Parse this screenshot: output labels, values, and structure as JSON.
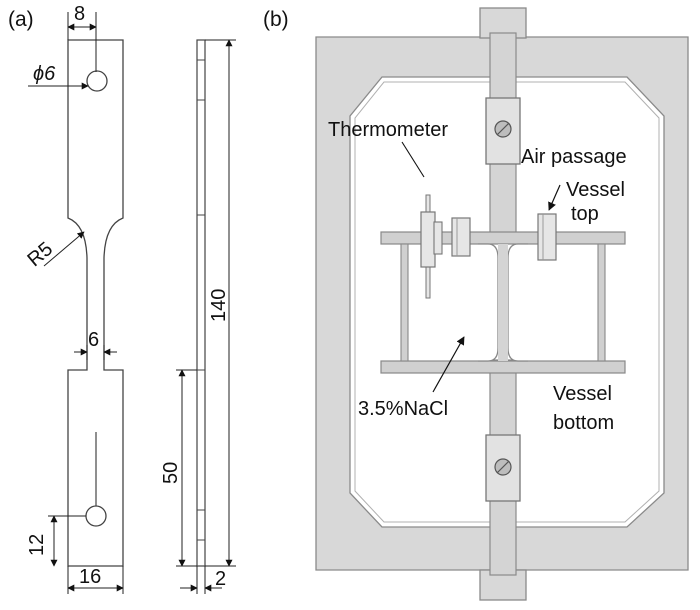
{
  "panel_a": {
    "label": "(a)",
    "dims": {
      "hole_offset": "8",
      "hole_dia": "ϕ6",
      "radius": "R5",
      "gauge_width": "6",
      "length": "140",
      "grip_length": "50",
      "hole_to_end": "12",
      "width": "16",
      "thickness": "2"
    }
  },
  "panel_b": {
    "label": "(b)",
    "annotations": {
      "thermometer": "Thermometer",
      "air_passage": "Air passage",
      "vessel_top_1": "Vessel",
      "vessel_top_2": "top",
      "solution": "3.5%NaCl",
      "vessel_bottom_1": "Vessel",
      "vessel_bottom_2": "bottom"
    }
  },
  "colors": {
    "frame_fill": "#d8d8d8",
    "frame_stroke": "#8a8a8a",
    "line": "#333333"
  }
}
